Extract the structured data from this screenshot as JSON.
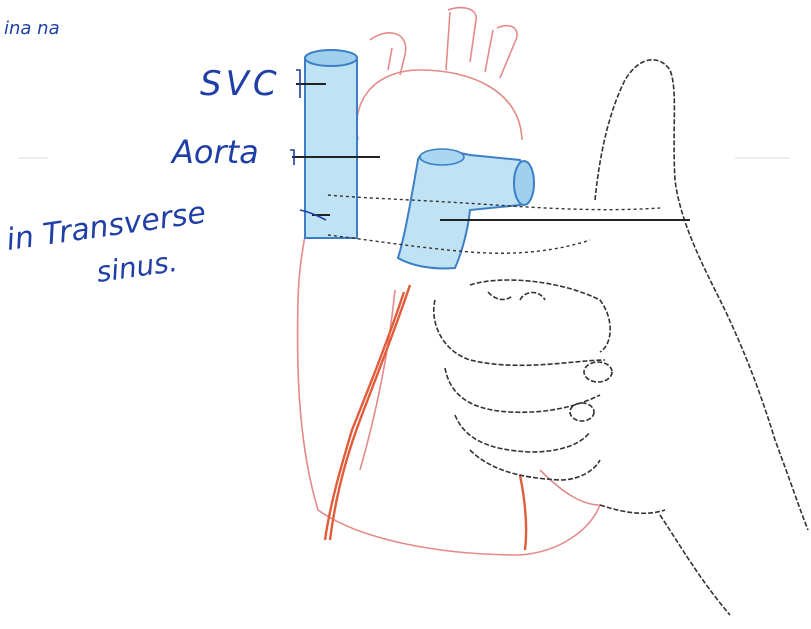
{
  "labels": {
    "corner": "ina na",
    "svc": "SVC",
    "aorta": "Aorta",
    "transverse_line1": "in Transverse",
    "transverse_line2": "sinus."
  },
  "colors": {
    "label_ink": "#1f3fa6",
    "heart_outline": "#e58a8a",
    "vessel_fill": "#bfe3f5",
    "vessel_stroke": "#3d7fc4",
    "hand_outline": "#333333",
    "coronary": "#e25b3a",
    "leader": "#222222"
  }
}
